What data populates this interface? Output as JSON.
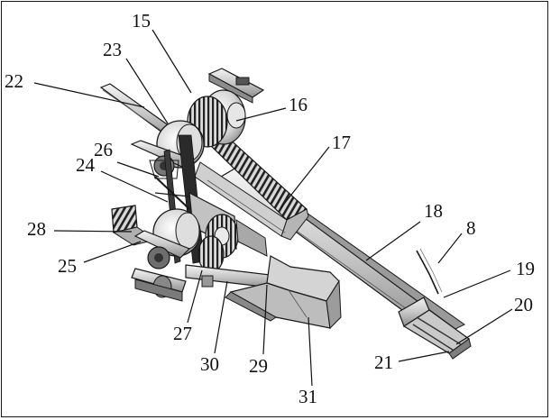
{
  "figure": {
    "callouts": [
      {
        "text": "15"
      },
      {
        "text": "23"
      },
      {
        "text": "22"
      },
      {
        "text": "16"
      },
      {
        "text": "17"
      },
      {
        "text": "26"
      },
      {
        "text": "24"
      },
      {
        "text": "18"
      },
      {
        "text": "8"
      },
      {
        "text": "28"
      },
      {
        "text": "19"
      },
      {
        "text": "25"
      },
      {
        "text": "20"
      },
      {
        "text": "27"
      },
      {
        "text": "21"
      },
      {
        "text": "30"
      },
      {
        "text": "29"
      },
      {
        "text": "31"
      }
    ]
  }
}
